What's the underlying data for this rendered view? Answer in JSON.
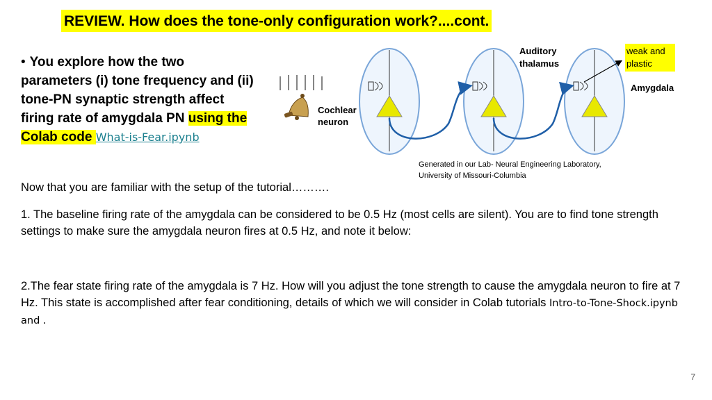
{
  "title": "REVIEW. How does the tone-only configuration work?....cont.",
  "bullet": {
    "text_plain": "You explore how the two parameters (i) tone frequency and (ii) tone-PN synaptic strength affect firing rate of amygdala PN ",
    "text_highlight": "using the Colab code ",
    "link": "What-is-Fear.ipynb"
  },
  "diagram": {
    "labels": {
      "auditory_thalamus_1": "Auditory",
      "auditory_thalamus_2": "thalamus",
      "weak_plastic_1": "weak and",
      "weak_plastic_2": "plastic",
      "amygdala": "Amygdala",
      "cochlear_1": "Cochlear",
      "cochlear_2": "neuron"
    },
    "colors": {
      "neuron": "#e8e800",
      "circle_fill": "#eef5fd",
      "circle_stroke": "#7aa6d9",
      "axon": "#1f5fa8",
      "highlight": "#ffff00"
    }
  },
  "credit": "Generated in our Lab- Neural Engineering Laboratory, University of Missouri-Columbia",
  "paragraph0": "Now that you are familiar with the setup of the tutorial……….",
  "paragraph1": "1. The baseline firing rate of the amygdala can be considered to be 0.5 Hz (most cells are silent). You are to find tone strength settings to make sure the amygdala neuron fires at 0.5 Hz, and note it below:",
  "paragraph2_text": "2.The fear state firing rate of the amygdala is 7 Hz. How will you adjust the tone strength to cause the amygdala neuron to fire at 7 Hz. This state is accomplished after fear conditioning, details of which we will consider in Colab tutorials ",
  "paragraph2_link": "Intro-to-Tone-Shock.ipynb and",
  "paragraph2_end": " .",
  "page_number": "7"
}
